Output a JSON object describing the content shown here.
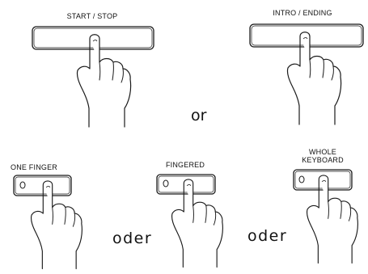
{
  "diagram": {
    "labels": {
      "start_stop": "START / STOP",
      "intro_ending": "INTRO / ENDING",
      "one_finger": "ONE FINGER",
      "fingered": "FINGERED",
      "whole_keyboard_line1": "WHOLE",
      "whole_keyboard_line2": "KEYBOARD"
    },
    "conjunctions": {
      "or": "or",
      "oder_1": "oder",
      "oder_2": "oder"
    },
    "icons": [
      "button-outline",
      "pressing-hand-icon",
      "indicator-lamp-icon"
    ]
  }
}
